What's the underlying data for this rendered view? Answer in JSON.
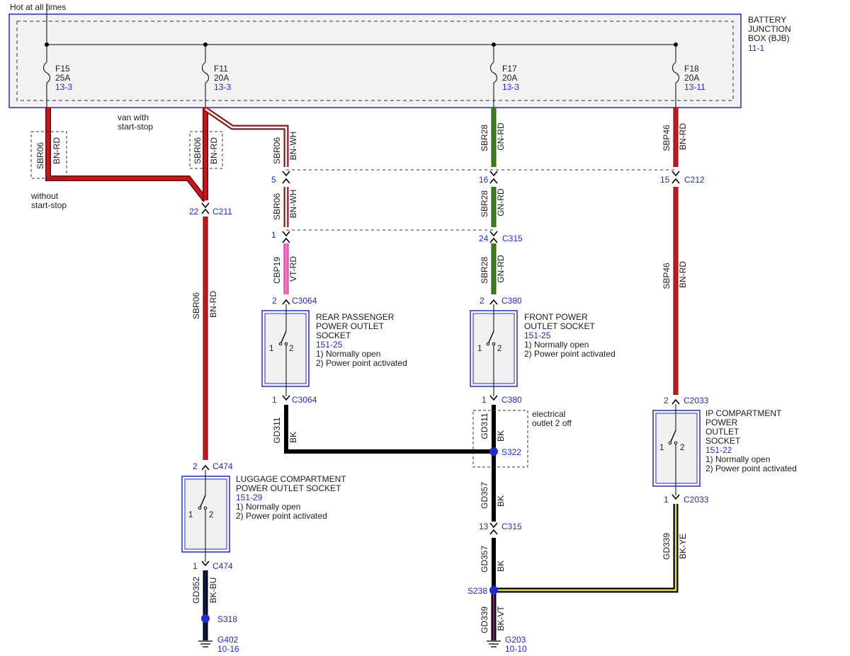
{
  "colors": {
    "blue": "#1f2bd6",
    "bn_rd": "#c8161d",
    "bn_rd_outline": "#6b0a0a",
    "gn_rd": "#3c7d1a",
    "vt_rd": "#ff6bc8",
    "bk": "#000000",
    "bk_ye": "#e8e23a",
    "bk_bu": "#101a5c",
    "bk_vt": "#7a2b6e"
  },
  "header": {
    "hot_label": "Hot at all times"
  },
  "bjb": {
    "line1": "BATTERY",
    "line2": "JUNCTION",
    "line3": "BOX (BJB)",
    "ref": "11-1"
  },
  "fuses": {
    "f15": {
      "name": "F15",
      "amp": "25A",
      "ref": "13-3"
    },
    "f11": {
      "name": "F11",
      "amp": "20A",
      "ref": "13-3"
    },
    "f17": {
      "name": "F17",
      "amp": "20A",
      "ref": "13-3"
    },
    "f18": {
      "name": "F18",
      "amp": "20A",
      "ref": "13-11"
    }
  },
  "notes": {
    "van_start_stop_1": "van with",
    "van_start_stop_2": "start-stop",
    "without_1": "without",
    "without_2": "start-stop",
    "elec_off_1": "electrical",
    "elec_off_2": "outlet 2 off"
  },
  "wires": {
    "sbr06": "SBR06",
    "bn_rd": "BN-RD",
    "bn_wh": "BN-WH",
    "sbr28": "SBR28",
    "gn_rd": "GN-RD",
    "sbp46": "SBP46",
    "cbp19": "CBP19",
    "vt_rd": "VT-RD",
    "gd311": "GD311",
    "gd357": "GD357",
    "bk": "BK",
    "gd352": "GD352",
    "bk_bu": "BK-BU",
    "gd339": "GD339",
    "bk_ye": "BK-YE",
    "bk_vt": "BK-VT"
  },
  "connectors": {
    "c211": {
      "pin": "22",
      "name": "C211"
    },
    "c212_a": {
      "pin": "5"
    },
    "c212_b": {
      "pin": "16"
    },
    "c212_c": {
      "pin": "15",
      "name": "C212"
    },
    "c315_a": {
      "pin": "1"
    },
    "c315_b": {
      "pin": "24",
      "name": "C315"
    },
    "c3064_top": {
      "pin": "2",
      "name": "C3064"
    },
    "c3064_bot": {
      "pin": "1",
      "name": "C3064"
    },
    "c380_top": {
      "pin": "2",
      "name": "C380"
    },
    "c380_bot": {
      "pin": "1",
      "name": "C380"
    },
    "c474_top": {
      "pin": "2",
      "name": "C474"
    },
    "c474_bot": {
      "pin": "1",
      "name": "C474"
    },
    "c2033_top": {
      "pin": "2",
      "name": "C2033"
    },
    "c2033_bot": {
      "pin": "1",
      "name": "C2033"
    },
    "c315_low": {
      "pin": "13",
      "name": "C315"
    }
  },
  "splices": {
    "s322": "S322",
    "s238": "S238",
    "s318": "S318"
  },
  "grounds": {
    "g402": {
      "name": "G402",
      "ref": "10-16"
    },
    "g203": {
      "name": "G203",
      "ref": "10-10"
    }
  },
  "components": {
    "rear": {
      "l1": "REAR PASSENGER",
      "l2": "POWER OUTLET",
      "l3": "SOCKET",
      "ref": "151-25",
      "n1": "1) Normally open",
      "n2": "2) Power point activated",
      "p1": "1",
      "p2": "2"
    },
    "front": {
      "l1": "FRONT POWER",
      "l2": "OUTLET SOCKET",
      "ref": "151-25",
      "n1": "1) Normally open",
      "n2": "2) Power point activated",
      "p1": "1",
      "p2": "2"
    },
    "luggage": {
      "l1": "LUGGAGE COMPARTMENT",
      "l2": "POWER OUTLET SOCKET",
      "ref": "151-29",
      "n1": "1) Normally open",
      "n2": "2) Power point activated",
      "p1": "1",
      "p2": "2"
    },
    "ip": {
      "l1": "IP COMPARTMENT",
      "l2": "POWER",
      "l3": "OUTLET",
      "l4": "SOCKET",
      "ref": "151-22",
      "n1": "1) Normally open",
      "n2": "2) Power point activated",
      "p1": "1",
      "p2": "2"
    }
  }
}
